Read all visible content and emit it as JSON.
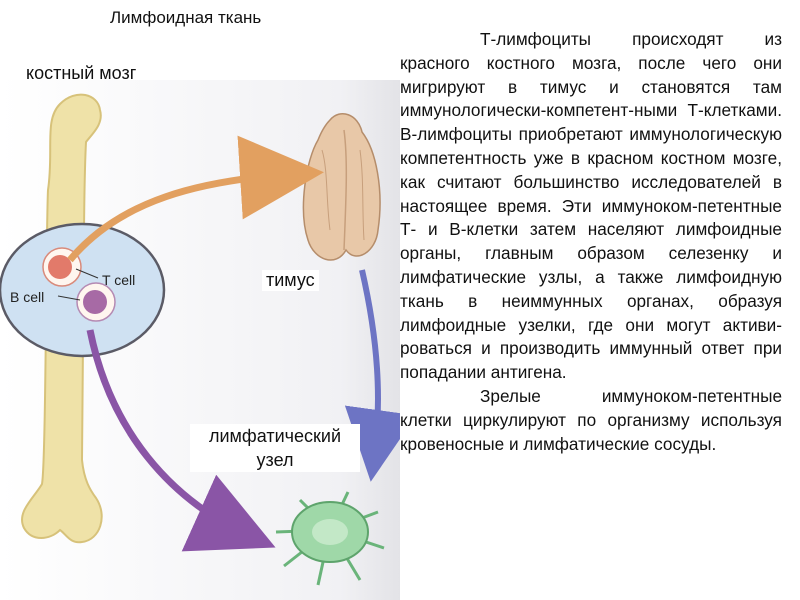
{
  "title": "Лимфоидная ткань",
  "labels": {
    "bone_marrow": "костный мозг",
    "thymus": "тимус",
    "lymph_node": "лимфатический узел",
    "t_cell": "T cell",
    "b_cell": "B cell"
  },
  "text": {
    "paragraph1": "Т-лимфоциты происходят из красного костного мозга, после чего они мигрируют в тимус и становятся там иммунологически-компетент-ными Т-клетками. В-лимфоциты приобретают иммунологическую компетентность уже в красном костном мозге, как считают большинство исследователей в настоящее время.  Эти иммуноком-петентные Т- и В-клетки затем населяют лимфоидные органы, главным образом селезенку и лимфатические узлы, а также лимфоидную ткань в неиммунных органах, образуя лимфоидные узелки, где они могут активи-роваться и производить иммунный ответ при попадании антигена.",
    "paragraph2": "Зрелые иммуноком-петентные клетки циркулируют по организму используя кровеносные и лимфатические сосуды."
  },
  "colors": {
    "bone": "#efe2a8",
    "marrow_disc": "#cfe1f2",
    "t_cell": "#e27a6a",
    "b_cell": "#a76aa5",
    "thymus": "#e8c8a8",
    "arrow_orange": "#e2a060",
    "arrow_purple": "#8a55a6",
    "arrow_blue": "#6d74c4",
    "node_cell": "#9fd8a8"
  }
}
